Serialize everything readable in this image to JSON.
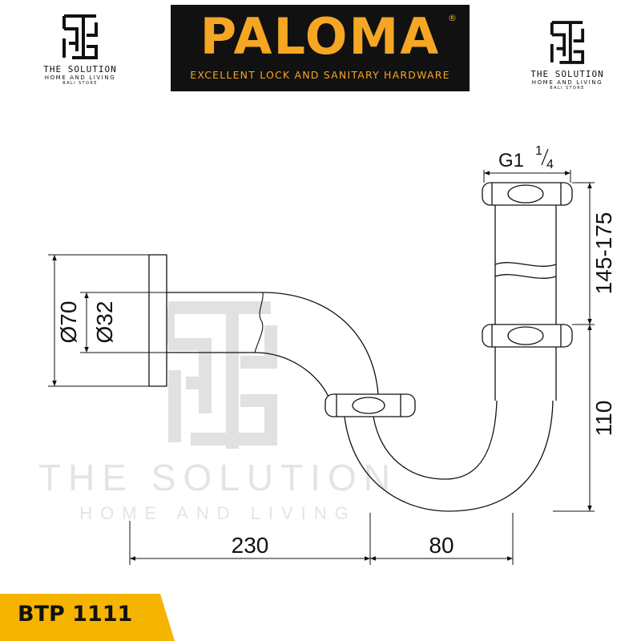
{
  "brand_left": {
    "title": "THE SOLUTION",
    "subtitle": "HOME AND LIVING",
    "small": "BALI STORE"
  },
  "brand_right": {
    "title": "THE SOLUTION",
    "subtitle": "HOME AND LIVING",
    "small": "BALI STORE"
  },
  "paloma": {
    "name": "PALOMA",
    "registered": "®",
    "tagline": "EXCELLENT LOCK AND SANITARY HARDWARE",
    "color": "#f5a623"
  },
  "dimensions": {
    "thread": "G1",
    "thread_num": "1",
    "thread_den": "4",
    "height_adjust": "145-175",
    "height_lower": "110",
    "flange_diameter": "Ø70",
    "pipe_diameter": "Ø32",
    "horizontal_length": "230",
    "trap_width": "80"
  },
  "watermark": {
    "title": "THE SOLUTION",
    "subtitle": "HOME AND LIVING"
  },
  "model": {
    "code": "BTP 1111",
    "badge_color": "#f5b400"
  }
}
